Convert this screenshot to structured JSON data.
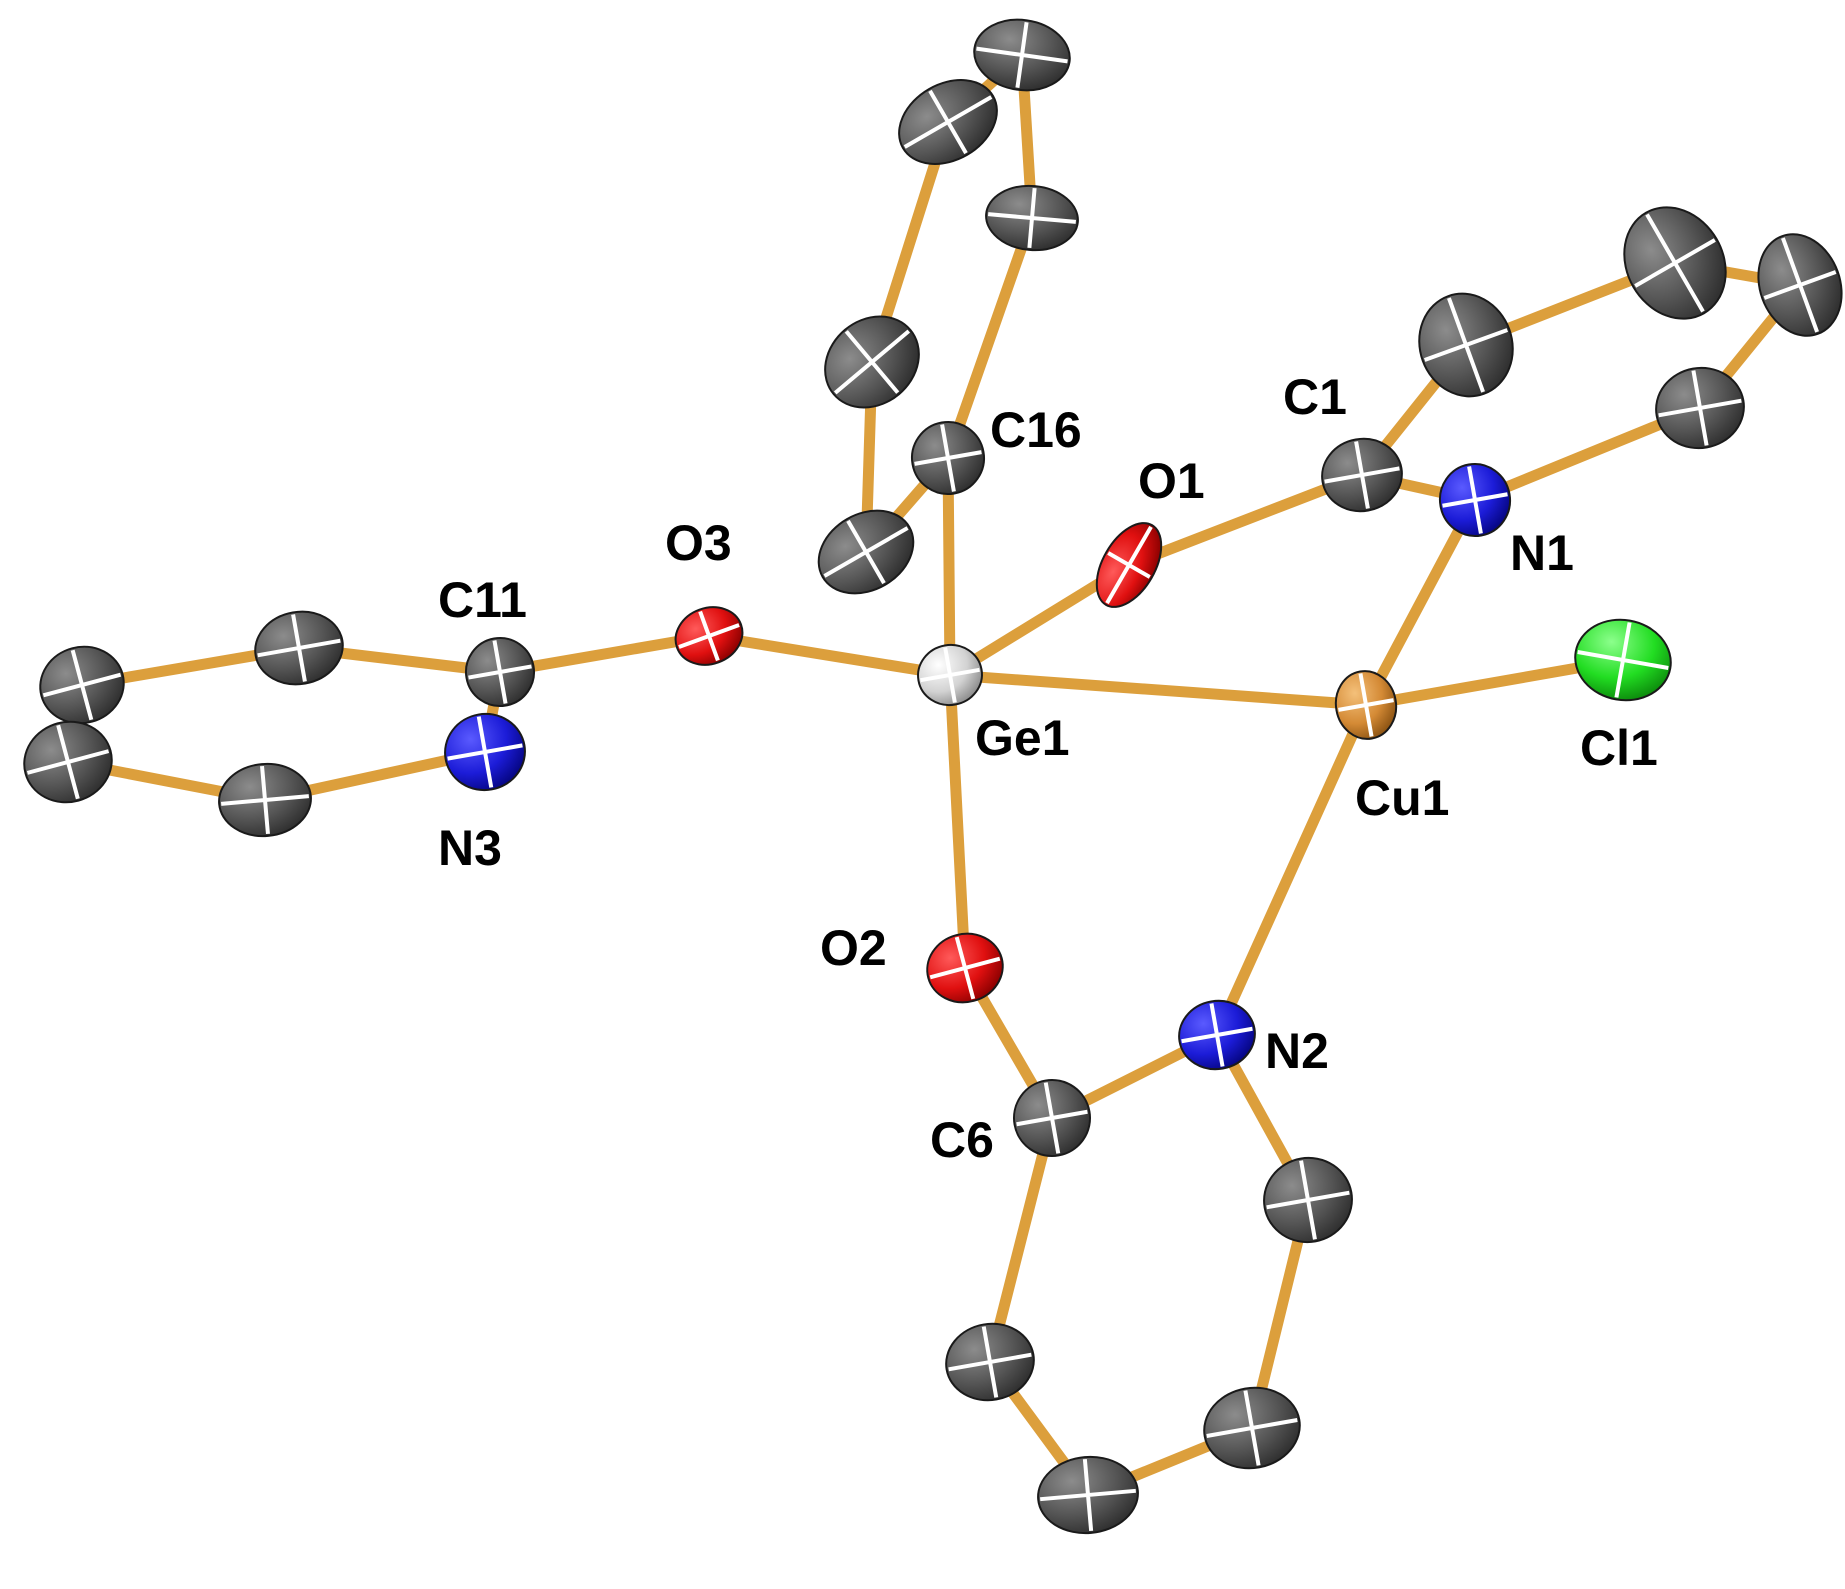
{
  "colors": {
    "background": "#ffffff",
    "bond": "#dc9f3c",
    "carbon": "#5a5a5a",
    "oxygen": "#e01010",
    "nitrogen": "#1c1cd8",
    "chlorine": "#22dd22",
    "copper": "#d48a35",
    "germanium": "#d9d9d9",
    "label": "#000000"
  },
  "labels": {
    "c16": "C16",
    "o1": "O1",
    "c1": "C1",
    "n1": "N1",
    "o3": "O3",
    "c11": "C11",
    "ge1": "Ge1",
    "cu1": "Cu1",
    "cl1": "Cl1",
    "n3": "N3",
    "o2": "O2",
    "n2": "N2",
    "c6": "C6"
  }
}
